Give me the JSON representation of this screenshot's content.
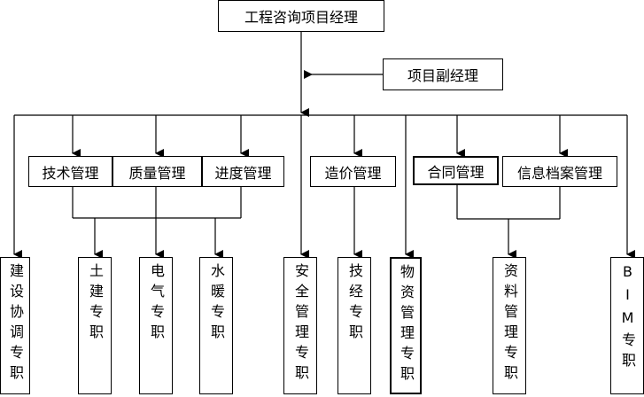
{
  "top": "工程咨询项目经理",
  "deputy": "项目副经理",
  "groups": {
    "tech": "技术管理",
    "quality": "质量管理",
    "progress": "进度管理",
    "cost": "造价管理",
    "contract": "合同管理",
    "archive": "信息档案管理"
  },
  "roles": {
    "construction_coord": "建设协调专职",
    "civil": "土建专职",
    "electrical": "电气专职",
    "hvac": "水暖专职",
    "safety": "安全管理专职",
    "tech_econ": "技经专职",
    "materials": "物资管理专职",
    "documents": "资料管理专职",
    "bim": "BIM专职"
  }
}
